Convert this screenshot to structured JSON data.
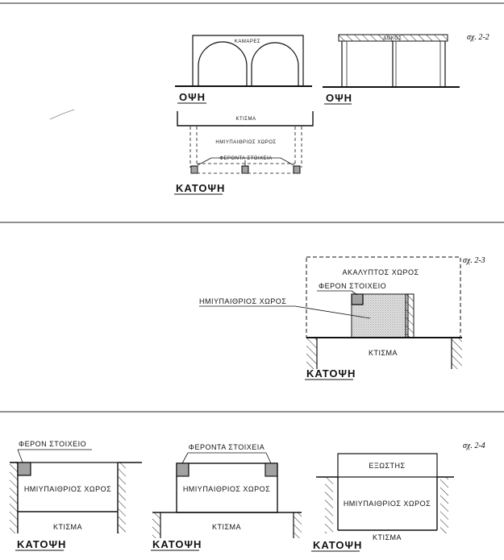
{
  "fig_2_2": {
    "number": "σχ. 2-2",
    "arches_label": "ΚΑΜΑΡΕΣ",
    "beam_label": "ΔΟΚΟΣ",
    "elevation_left": "ΟΨΗ",
    "elevation_right": "ΟΨΗ",
    "building_label": "ΚΤΙΣΜΑ",
    "semi_open_label": "ΗΜΙΥΠΑΙΘΡΙΟΣ ΧΩΡΟΣ",
    "bearing_elements_label": "ΦΕΡΟΝΤΑ ΣΤΟΙΧΕΙΑ",
    "plan_label": "ΚΑΤΟΨΗ"
  },
  "fig_2_3": {
    "number": "σχ. 2-3",
    "open_space_label": "ΑΚΑΛΥΠΤΟΣ ΧΩΡΟΣ",
    "bearing_element_label": "ΦΕΡΟΝ ΣΤΟΙΧΕΙΟ",
    "semi_open_label": "ΗΜΙΥΠΑΙΘΡΙΟΣ ΧΩΡΟΣ",
    "building_label": "ΚΤΙΣΜΑ",
    "plan_label": "ΚΑΤΟΨΗ"
  },
  "fig_2_4": {
    "number": "σχ. 2-4",
    "left": {
      "bearing_label": "ΦΕΡΟΝ ΣΤΟΙΧΕΙΟ",
      "semi_open_label": "ΗΜΙΥΠΑΙΘΡΙΟΣ ΧΩΡΟΣ",
      "building_label": "ΚΤΙΣΜΑ",
      "plan_label": "ΚΑΤΟΨΗ"
    },
    "middle": {
      "bearing_label": "ΦΕΡΟΝΤΑ ΣΤΟΙΧΕΙΑ",
      "semi_open_label": "ΗΜΙΥΠΑΙΘΡΙΟΣ ΧΩΡΟΣ",
      "building_label": "ΚΤΙΣΜΑ",
      "plan_label": "ΚΑΤΟΨΗ"
    },
    "right": {
      "balcony_label": "ΕΞΩΣΤΗΣ",
      "semi_open_label": "ΗΜΙΥΠΑΙΘΡΙΟΣ ΧΩΡΟΣ",
      "building_label": "ΚΤΙΣΜΑ",
      "plan_label": "ΚΑΤΟΨΗ"
    }
  }
}
